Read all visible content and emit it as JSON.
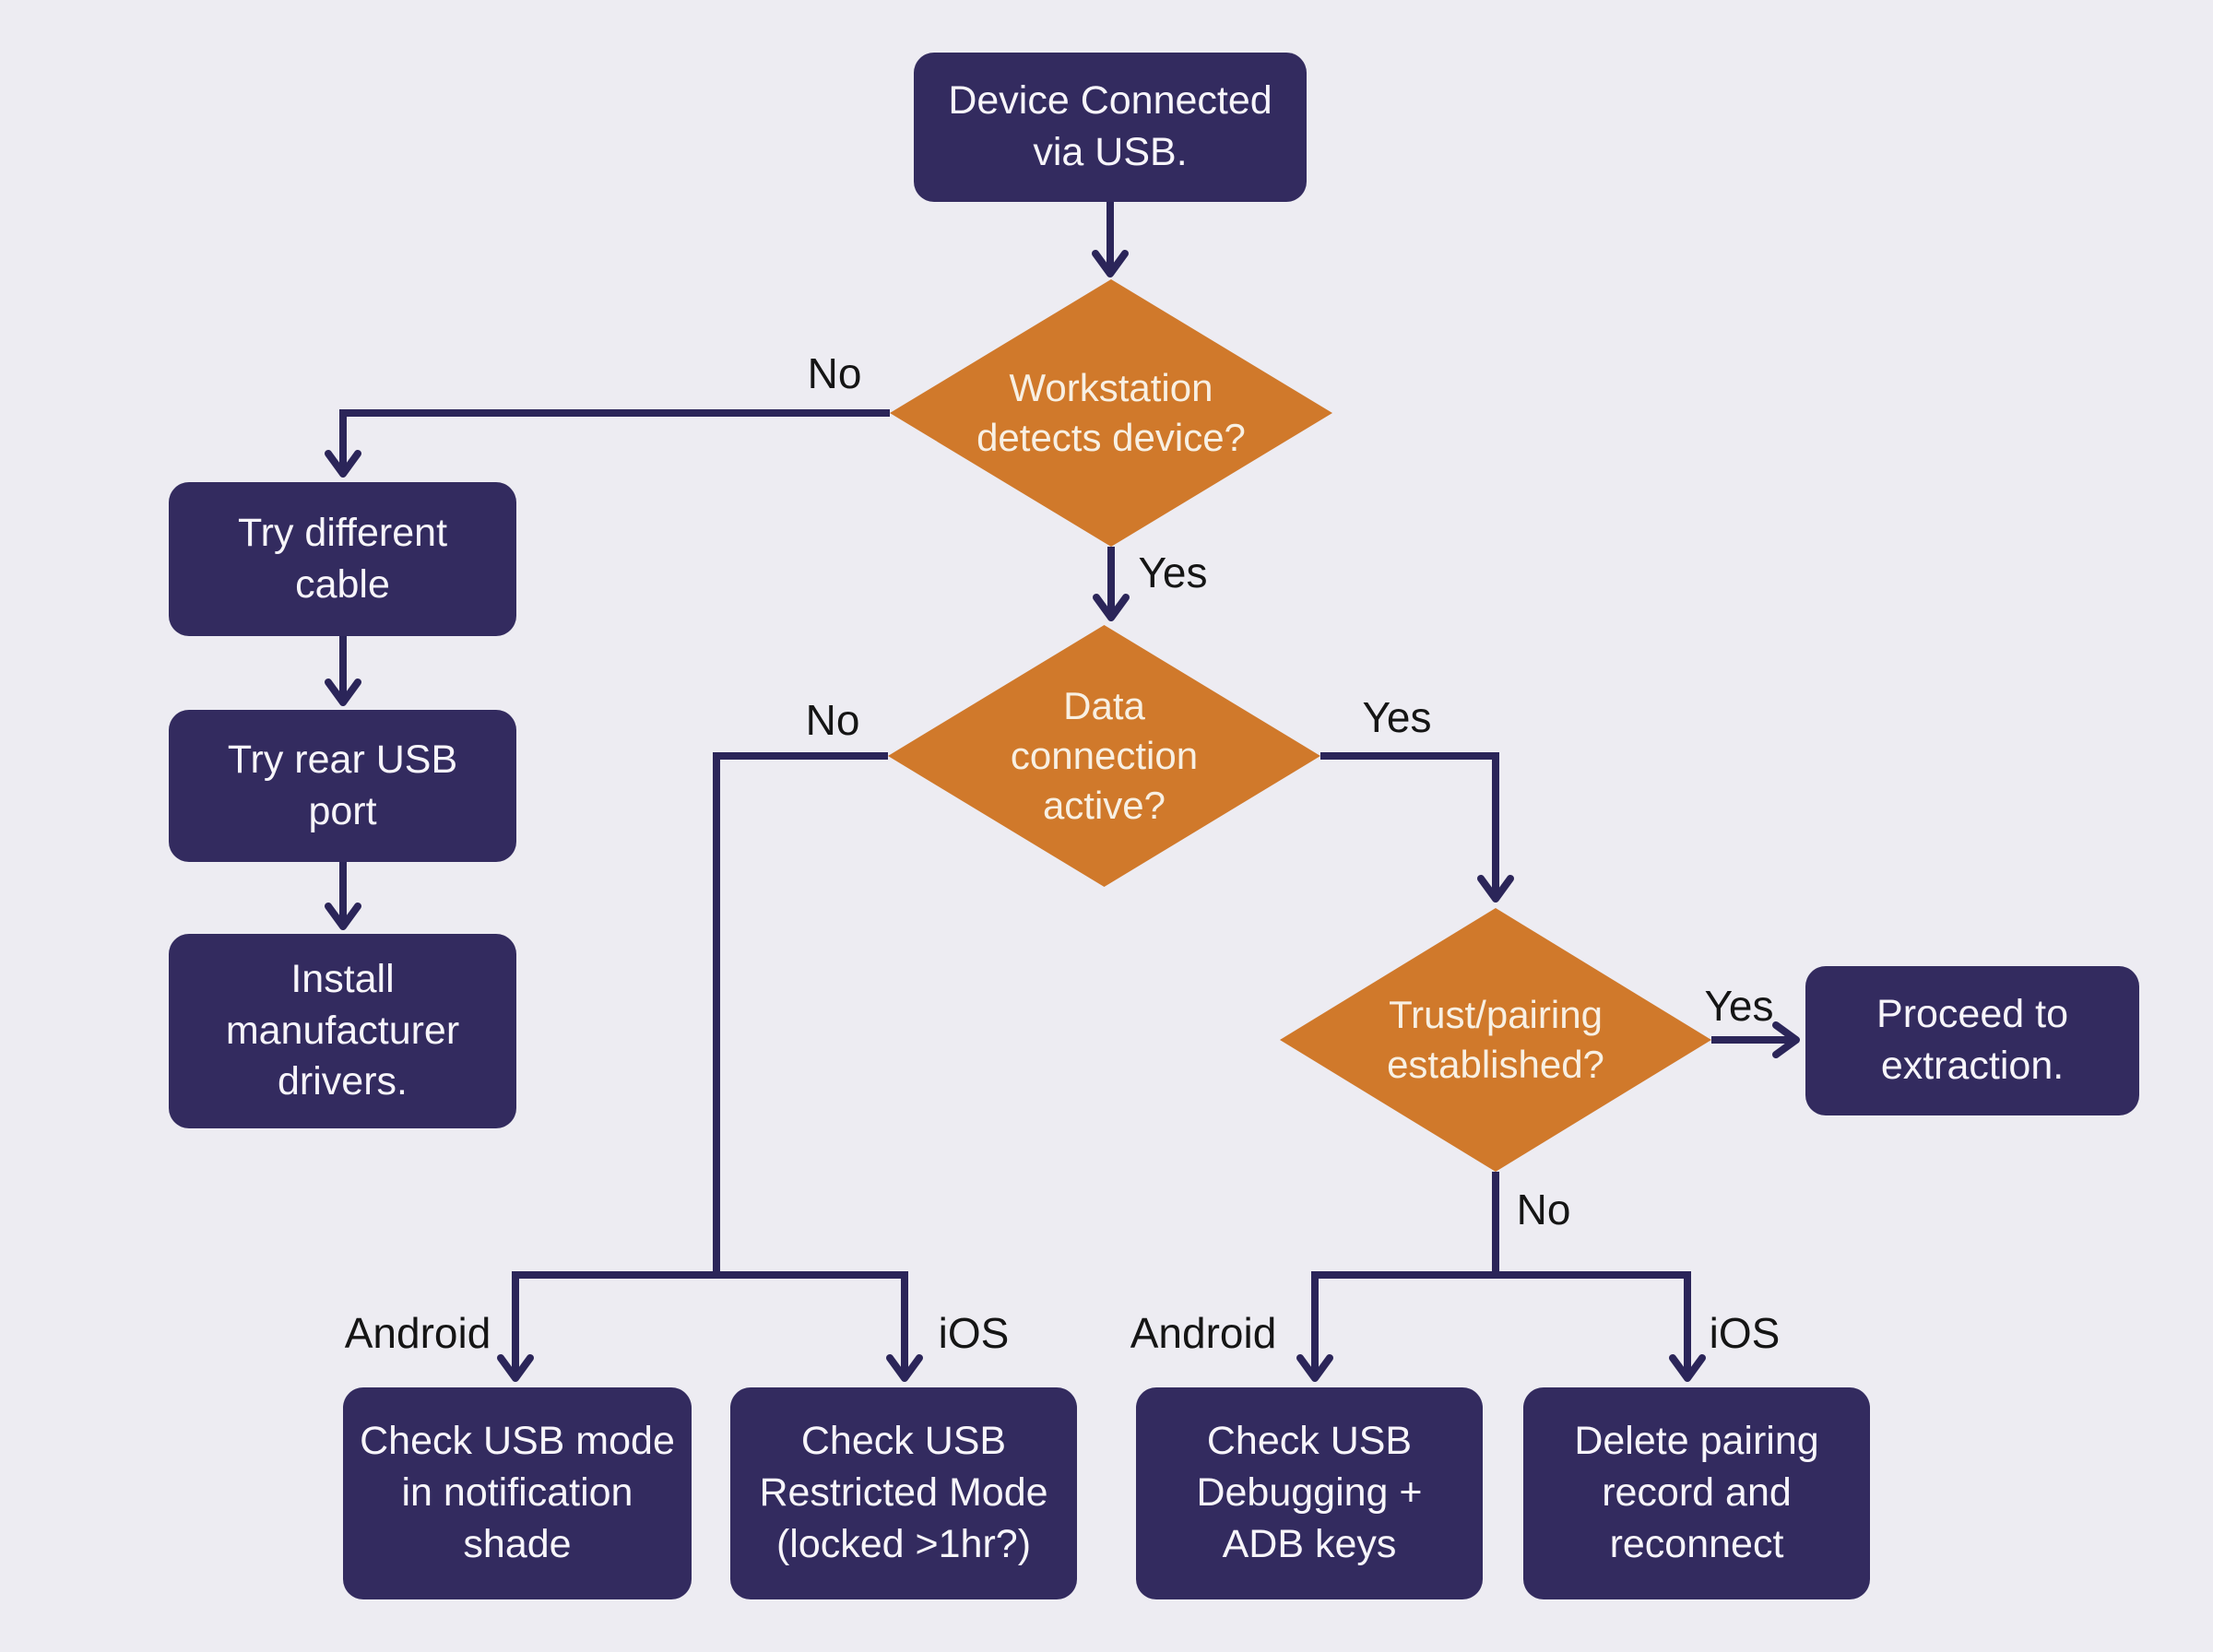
{
  "colors": {
    "background": "#edecf2",
    "node_fill": "#332b5f",
    "decision_fill": "#d0792b",
    "connector": "#2b2559",
    "node_text": "#f7f5fa",
    "decision_text": "#f8f0e3",
    "label_text": "#151515"
  },
  "nodes": {
    "start": {
      "label": "Device Connected\nvia USB."
    },
    "detects": {
      "label": "Workstation\ndetects device?"
    },
    "try_cable": {
      "label": "Try different\ncable"
    },
    "rear_port": {
      "label": "Try rear USB\nport"
    },
    "drivers": {
      "label": "Install\nmanufacturer\ndrivers."
    },
    "data_active": {
      "label": "Data\nconnection\nactive?"
    },
    "trust_pairing": {
      "label": "Trust/pairing\nestablished?"
    },
    "proceed": {
      "label": "Proceed to\nextraction."
    },
    "usb_mode": {
      "label": "Check USB mode\nin notification\nshade"
    },
    "restricted_mode": {
      "label": "Check USB\nRestricted Mode\n(locked >1hr?)"
    },
    "usb_debugging": {
      "label": "Check USB\nDebugging +\nADB keys"
    },
    "delete_pairing": {
      "label": "Delete pairing\nrecord and\nreconnect"
    }
  },
  "edge_labels": {
    "detects_no": "No",
    "detects_yes": "Yes",
    "data_no": "No",
    "data_yes": "Yes",
    "trust_yes": "Yes",
    "trust_no": "No",
    "android_left": "Android",
    "ios_left": "iOS",
    "android_right": "Android",
    "ios_right": "iOS"
  }
}
